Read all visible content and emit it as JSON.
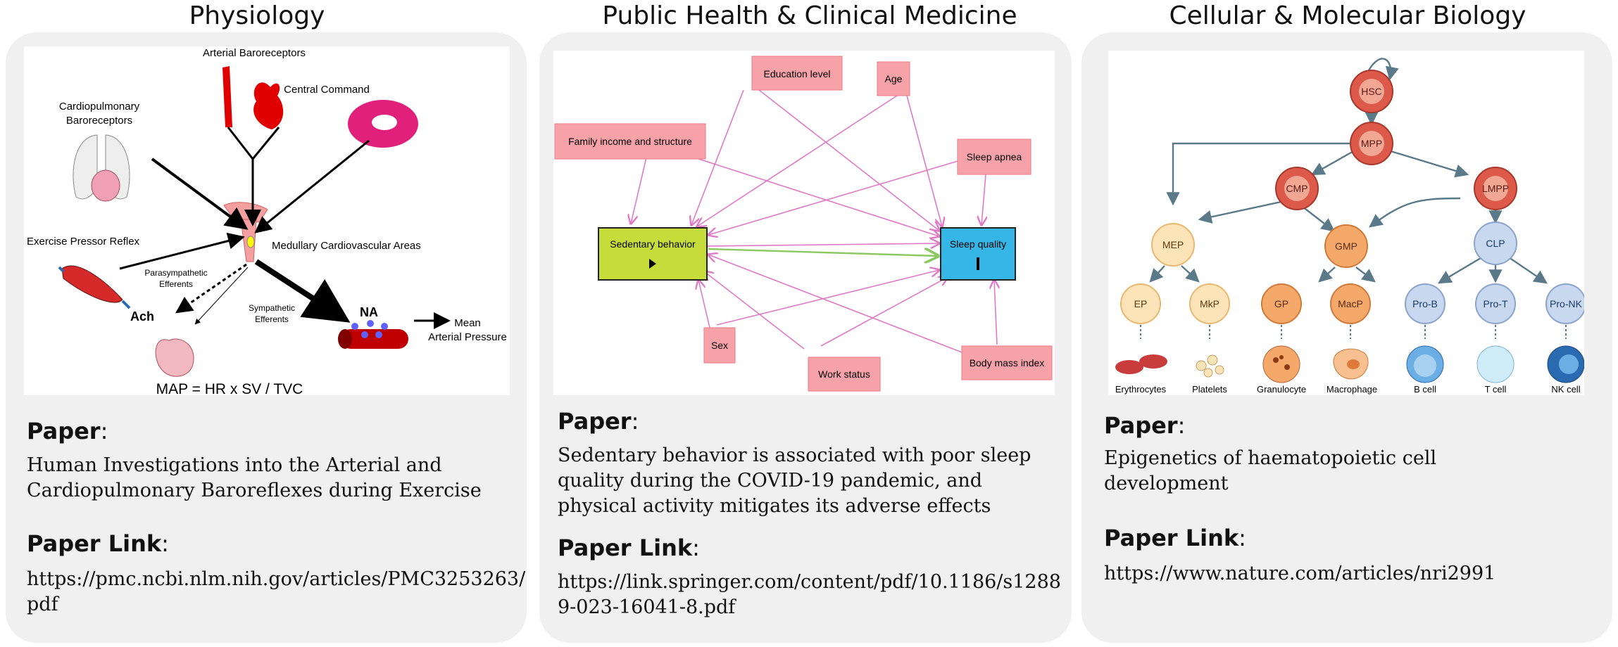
{
  "cards": [
    {
      "title": "Physiology",
      "paper_label": "Paper",
      "paper_title": "Human Investigations into the Arterial and Cardiopulmonary Baroreflexes during Exercise",
      "link_label": "Paper Link",
      "link": "https://pmc.ncbi.nlm.nih.gov/articles/PMC3253263/pdf",
      "figure": {
        "arterial": "Arterial Baroreceptors",
        "central": "Central Command",
        "cardio1": "Cardiopulmonary",
        "cardio2": "Baroreceptors",
        "exercise": "Exercise Pressor Reflex",
        "medullary": "Medullary Cardiovascular Areas",
        "para1": "Parasympathetic",
        "para2": "Efferents",
        "symp1": "Sympathetic",
        "symp2": "Efferents",
        "ach": "Ach",
        "na": "NA",
        "mean1": "Mean",
        "mean2": "Arterial Pressure",
        "formula": "MAP = HR x SV / TVC"
      }
    },
    {
      "title": "Public Health & Clinical Medicine",
      "paper_label": "Paper",
      "paper_title": "Sedentary behavior is associated with poor sleep quality during the COVID-19 pandemic, and physical activity mitigates its adverse effects",
      "link_label": "Paper Link",
      "link": "https://link.springer.com/content/pdf/10.1186/s12889-023-16041-8.pdf",
      "figure": {
        "education": "Education level",
        "age": "Age",
        "family": "Family income and structure",
        "apnea": "Sleep apnea",
        "sedentary": "Sedentary behavior",
        "sleep": "Sleep quality",
        "sex": "Sex",
        "work": "Work status",
        "bmi": "Body mass index"
      }
    },
    {
      "title": "Cellular & Molecular Biology",
      "paper_label": "Paper",
      "paper_title": "Epigenetics of haematopoietic cell development",
      "link_label": "Paper Link",
      "link": "https://www.nature.com/articles/nri2991",
      "figure": {
        "hsc": "HSC",
        "mpp": "MPP",
        "cmp": "CMP",
        "lmpp": "LMPP",
        "mep": "MEP",
        "gmp": "GMP",
        "clp": "CLP",
        "ep": "EP",
        "mkp": "MkP",
        "gp": "GP",
        "macp": "MacP",
        "prob": "Pro-B",
        "prot": "Pro-T",
        "pronk": "Pro-NK",
        "ery": "Erythrocytes",
        "plt": "Platelets",
        "gran": "Granulocyte",
        "mac": "Macrophage",
        "bcell": "B cell",
        "tcell": "T cell",
        "nkcell": "NK cell"
      }
    }
  ],
  "colors": {
    "card_bg": "#f0f0f0",
    "pink_box": "#f7a1a8",
    "sedentary_box": "#c5dc3b",
    "sleep_box": "#36b6e6",
    "arrow_pink": "#e07ac6",
    "arrow_green": "#8cc860"
  }
}
